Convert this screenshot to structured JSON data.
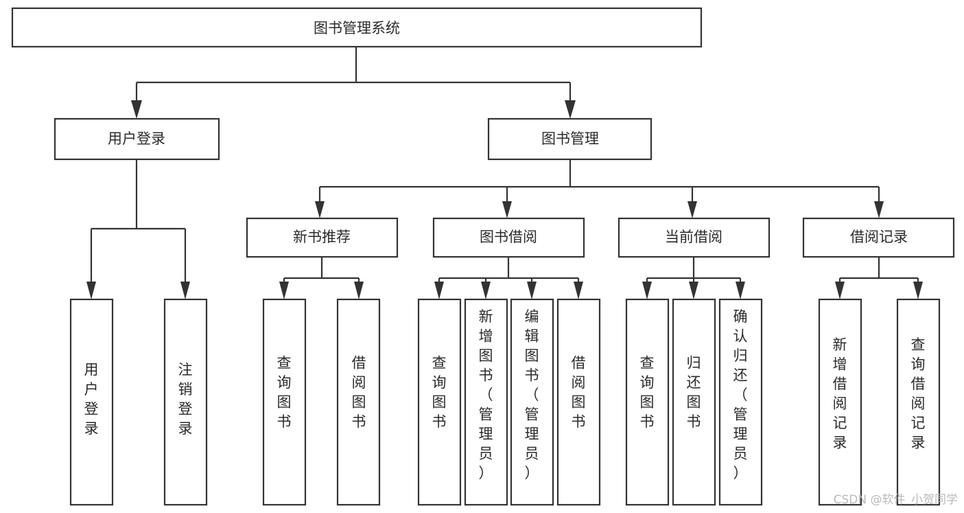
{
  "diagram": {
    "title": "图书管理系统",
    "type": "tree-hierarchy-diagram",
    "root": {
      "id": "root",
      "label": "图书管理系统",
      "orientation": "horizontal"
    },
    "level2": [
      {
        "id": "user-login",
        "label": "用户登录",
        "orientation": "horizontal"
      },
      {
        "id": "book-management",
        "label": "图书管理",
        "orientation": "horizontal"
      }
    ],
    "level3": [
      {
        "id": "new-book-recommend",
        "label": "新书推荐",
        "orientation": "horizontal"
      },
      {
        "id": "book-borrow",
        "label": "图书借阅",
        "orientation": "horizontal"
      },
      {
        "id": "current-borrow",
        "label": "当前借阅",
        "orientation": "horizontal"
      },
      {
        "id": "borrow-record",
        "label": "借阅记录",
        "orientation": "horizontal"
      }
    ],
    "leaves": {
      "user-login": [
        {
          "id": "leaf-user-login",
          "label": "用户登录",
          "orientation": "vertical"
        },
        {
          "id": "leaf-logout-login",
          "label": "注销登录",
          "orientation": "vertical"
        }
      ],
      "new-book-recommend": [
        {
          "id": "leaf-query-book-1",
          "label": "查询图书",
          "orientation": "vertical"
        },
        {
          "id": "leaf-borrow-book-1",
          "label": "借阅图书",
          "orientation": "vertical"
        }
      ],
      "book-borrow": [
        {
          "id": "leaf-query-book-2",
          "label": "查询图书",
          "orientation": "vertical"
        },
        {
          "id": "leaf-add-book-admin",
          "label": "新增图书（管理员）",
          "orientation": "vertical"
        },
        {
          "id": "leaf-edit-book-admin",
          "label": "编辑图书（管理员）",
          "orientation": "vertical"
        },
        {
          "id": "leaf-borrow-book-2",
          "label": "借阅图书",
          "orientation": "vertical"
        }
      ],
      "current-borrow": [
        {
          "id": "leaf-query-book-3",
          "label": "查询图书",
          "orientation": "vertical"
        },
        {
          "id": "leaf-return-book",
          "label": "归还图书",
          "orientation": "vertical"
        },
        {
          "id": "leaf-confirm-return-admin",
          "label": "确认归还（管理员）",
          "orientation": "vertical"
        }
      ],
      "borrow-record": [
        {
          "id": "leaf-add-borrow-record",
          "label": "新增借阅记录",
          "orientation": "vertical"
        },
        {
          "id": "leaf-query-borrow-record",
          "label": "查询借阅记录",
          "orientation": "vertical"
        }
      ]
    },
    "colors": {
      "background": "#ffffff",
      "box_fill": "#ffffff",
      "box_stroke": "#333333",
      "connector": "#333333",
      "text": "#2a2a2a",
      "watermark": "#b9b9b9"
    }
  },
  "watermark": {
    "text": "CSDN @软件_小贺同学"
  }
}
